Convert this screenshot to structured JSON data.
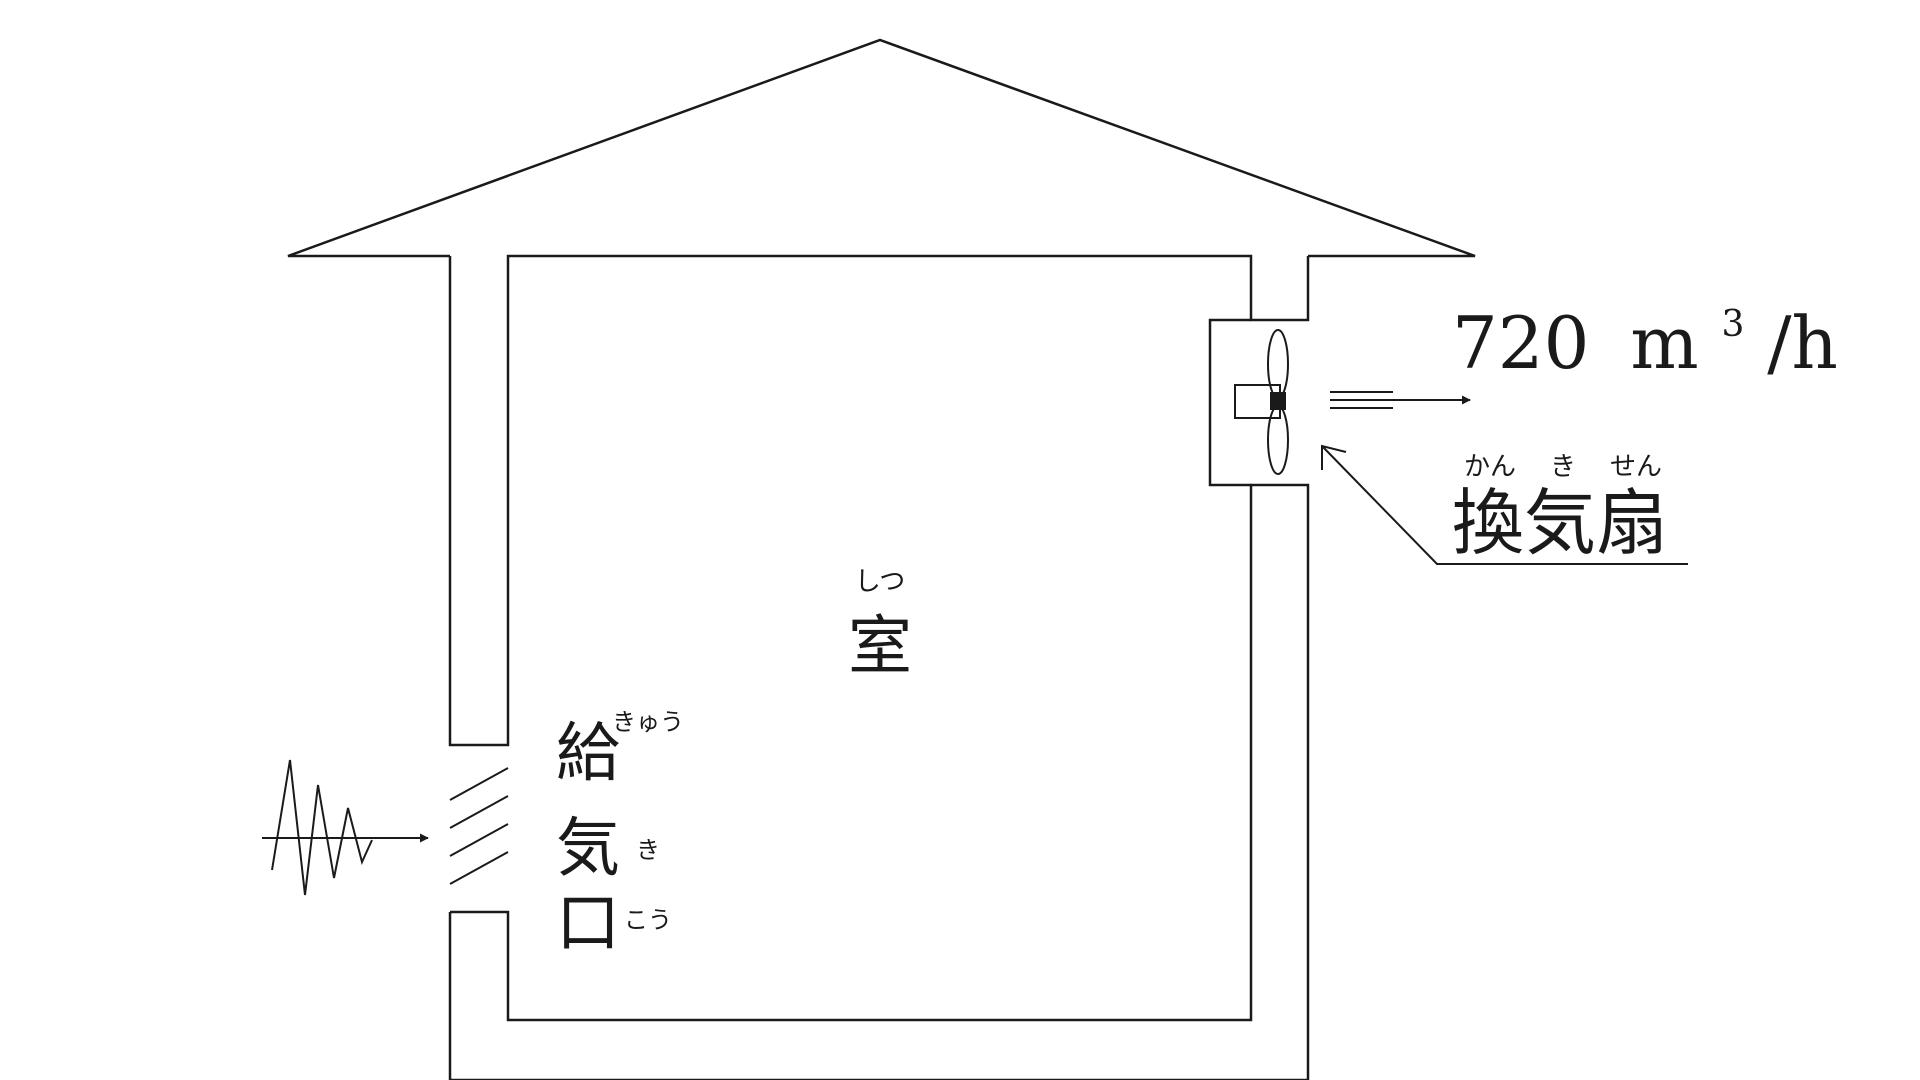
{
  "room": {
    "label": "室",
    "reading": "しつ"
  },
  "intake": {
    "chars": [
      "給",
      "気",
      "口"
    ],
    "readings": [
      "きゅう",
      "き",
      "こう"
    ]
  },
  "fan": {
    "label": "換気扇",
    "readings": [
      "かん",
      "き",
      "せん"
    ]
  },
  "flow": {
    "value": "720",
    "unit_base": "m",
    "unit_exp": "3",
    "unit_tail": "/h"
  },
  "colors": {
    "ink": "#1a1a1a",
    "background": "#ffffff"
  }
}
